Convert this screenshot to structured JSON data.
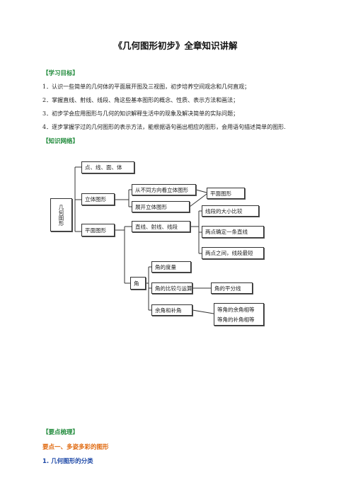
{
  "title": "《几何图形初步》全章知识讲解",
  "sections": {
    "goals_header": "【学习目标】",
    "network_header": "【知识网络】",
    "points_header": "【要点梳理】",
    "point_one": "要点一、多姿多彩的图形",
    "sub_one": "1. 几何图形的分类"
  },
  "goals": [
    "1．认识一些简单的几何体的平面展开图及三视图，初步培养空间观念和几何直观；",
    "2．掌握直线、射线、线段、角这些基本图形的概念、性质、表示方法和画法；",
    "3．初步学会应用图形与几何的知识解释生活中的现象及解决简单的实际问题；",
    "4．逐步掌握学过的几何图形的表示方法，能根据语句画出相应的图形，会用语句描述简单的图形."
  ],
  "diagram": {
    "root": "几何图形",
    "points": "点、线、面、体",
    "solid": "立体图形",
    "solid_view": "从不同方向看立体图形",
    "unfold": "展开立体图形",
    "plane_result": "平面图形",
    "plane": "平面图形",
    "lines": "直线、射线、线段",
    "compare": "线段的大小比较",
    "two_points": "两点确定一条直线",
    "shortest": "两点之间，线段最短",
    "angle": "角",
    "angle_measure": "角的度量",
    "angle_compare": "角的比较与运算",
    "bisector": "角的平分线",
    "comp": "余角和补角",
    "eq_comp": "等角的余角相等",
    "eq_supp": "等角的补角相等"
  }
}
